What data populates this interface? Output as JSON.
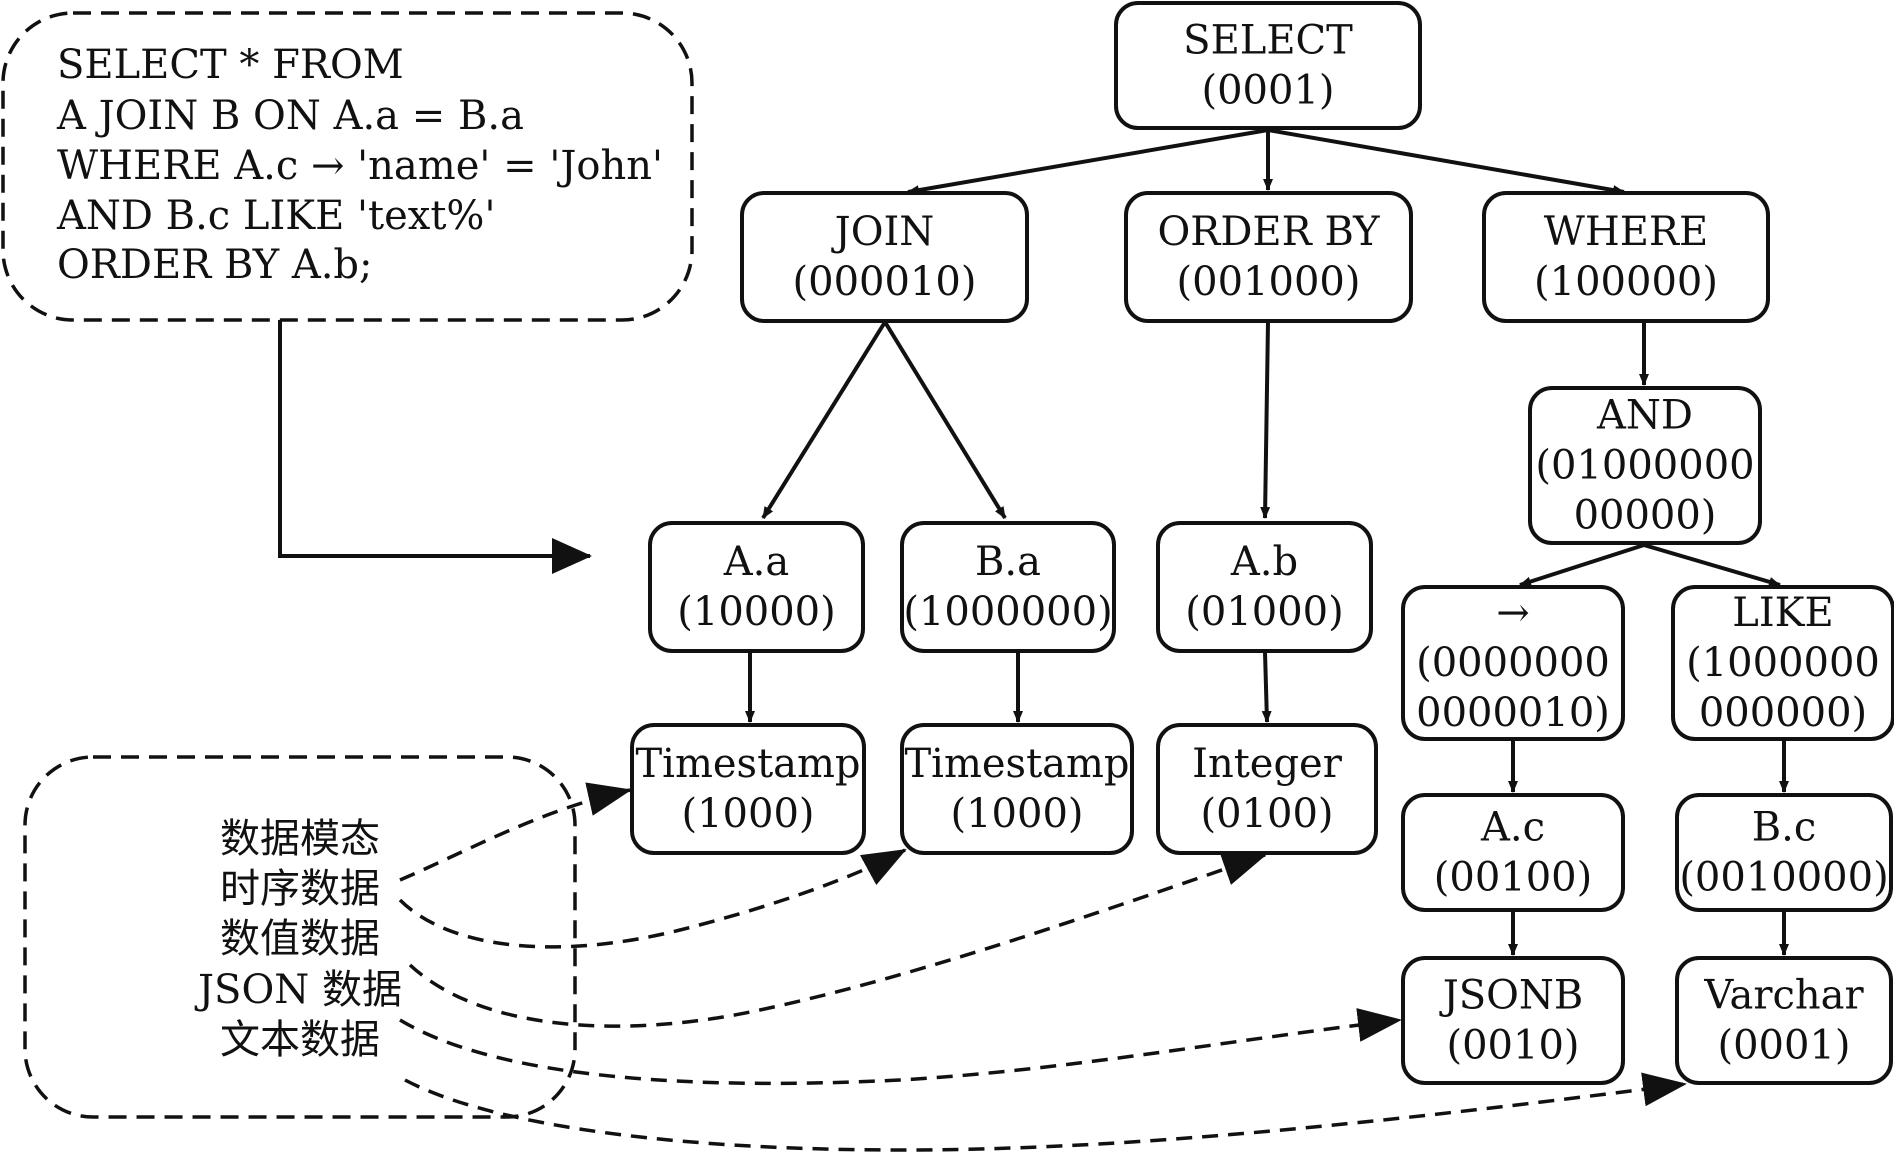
{
  "sql_box": {
    "lines": [
      "SELECT * FROM",
      "A JOIN B ON A.a = B.a",
      "WHERE A.c → 'name' = 'John'",
      "AND B.c LIKE 'text%'",
      "ORDER BY A.b;"
    ]
  },
  "legend_box": {
    "lines": [
      "数据模态",
      "时序数据",
      "数值数据",
      "JSON 数据",
      "文本数据"
    ]
  },
  "nodes": [
    {
      "id": "select",
      "label": "SELECT",
      "code": [
        "(0001)"
      ]
    },
    {
      "id": "join",
      "label": "JOIN",
      "code": [
        "(000010)"
      ]
    },
    {
      "id": "orderby",
      "label": "ORDER BY",
      "code": [
        "(001000)"
      ]
    },
    {
      "id": "where",
      "label": "WHERE",
      "code": [
        "(100000)"
      ]
    },
    {
      "id": "and",
      "label": "AND",
      "code": [
        "(01000000",
        "00000)"
      ]
    },
    {
      "id": "aa",
      "label": "A.a",
      "code": [
        "(10000)"
      ]
    },
    {
      "id": "ba",
      "label": "B.a",
      "code": [
        "(1000000)"
      ]
    },
    {
      "id": "ab",
      "label": "A.b",
      "code": [
        "(01000)"
      ]
    },
    {
      "id": "arrow",
      "label": "→",
      "code": [
        "(0000000",
        "0000010)"
      ]
    },
    {
      "id": "like",
      "label": "LIKE",
      "code": [
        "(1000000",
        "000000)"
      ]
    },
    {
      "id": "ts1",
      "label": "Timestamp",
      "code": [
        "(1000)"
      ]
    },
    {
      "id": "ts2",
      "label": "Timestamp",
      "code": [
        "(1000)"
      ]
    },
    {
      "id": "int",
      "label": "Integer",
      "code": [
        "(0100)"
      ]
    },
    {
      "id": "ac",
      "label": "A.c",
      "code": [
        "(00100)"
      ]
    },
    {
      "id": "bc",
      "label": "B.c",
      "code": [
        "(0010000)"
      ]
    },
    {
      "id": "jsonb",
      "label": "JSONB",
      "code": [
        "(0010)"
      ]
    },
    {
      "id": "varchar",
      "label": "Varchar",
      "code": [
        "(0001)"
      ]
    }
  ]
}
